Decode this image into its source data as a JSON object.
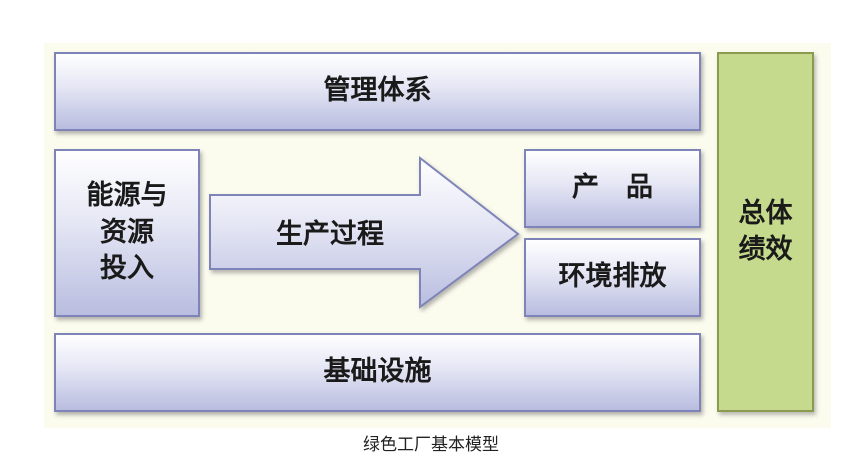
{
  "diagram": {
    "top_bar": "管理体系",
    "bottom_bar": "基础设施",
    "input_box": [
      "能源与",
      "资源",
      "投入"
    ],
    "process_arrow": "生产过程",
    "outputs": {
      "product": "产　品",
      "emissions": "环境排放"
    },
    "performance": [
      "总体",
      "绩效"
    ]
  },
  "caption": "绿色工厂基本模型",
  "colors": {
    "box_border": "#7e84b8",
    "box_light": "#ffffff",
    "box_dark": "#b9bddf",
    "green_fill": "#c5da8c",
    "panel_bg": "#fbfbee"
  }
}
